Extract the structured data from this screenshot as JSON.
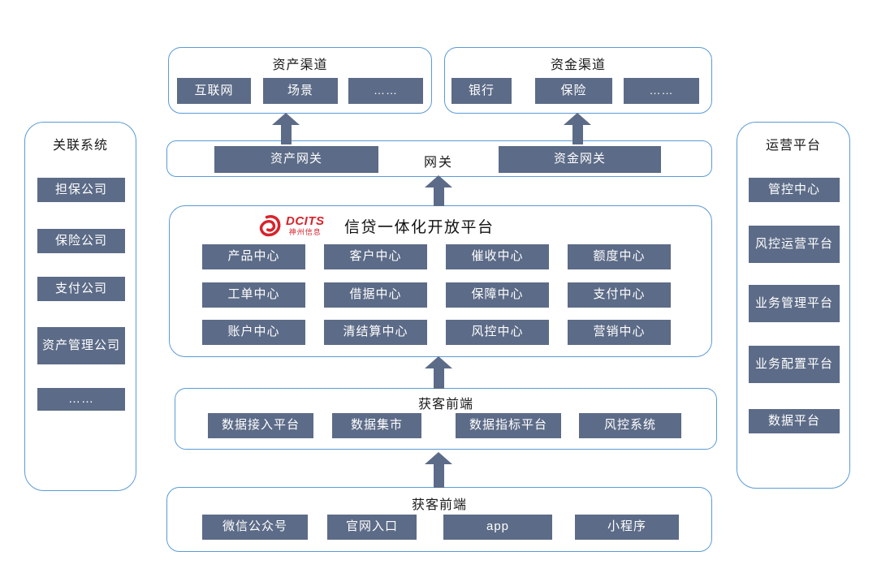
{
  "colors": {
    "border_blue": "#5b9bd5",
    "chip_slate": "#5c6b87",
    "chip_text": "#ffffff",
    "logo_red": "#d7232b",
    "title_text": "#1a1a1a"
  },
  "left_panel": {
    "title": "关联系统",
    "items": [
      "担保公司",
      "保险公司",
      "支付公司",
      "资产管理公司",
      "……"
    ]
  },
  "right_panel": {
    "title": "运营平台",
    "items": [
      "管控中心",
      "风控运营平台",
      "业务管理平台",
      "业务配置平台",
      "数据平台"
    ]
  },
  "asset_channel": {
    "title": "资产渠道",
    "items": [
      "互联网",
      "场景",
      "……"
    ]
  },
  "fund_channel": {
    "title": "资金渠道",
    "items": [
      "银行",
      "保险",
      "……"
    ]
  },
  "gateway": {
    "label": "网关",
    "asset_gateway": "资产网关",
    "fund_gateway": "资金网关"
  },
  "platform": {
    "title": "信贷一体化开放平台",
    "logo": {
      "brand": "DCITS",
      "company": "神州信息"
    },
    "centers": [
      "产品中心",
      "客户中心",
      "催收中心",
      "额度中心",
      "工单中心",
      "借据中心",
      "保障中心",
      "支付中心",
      "账户中心",
      "清结算中心",
      "风控中心",
      "营销中心"
    ]
  },
  "data_layer": {
    "title": "获客前端",
    "items": [
      "数据接入平台",
      "数据集市",
      "数据指标平台",
      "风控系统"
    ]
  },
  "acquisition_layer": {
    "title": "获客前端",
    "items": [
      "微信公众号",
      "官网入口",
      "app",
      "小程序"
    ]
  }
}
